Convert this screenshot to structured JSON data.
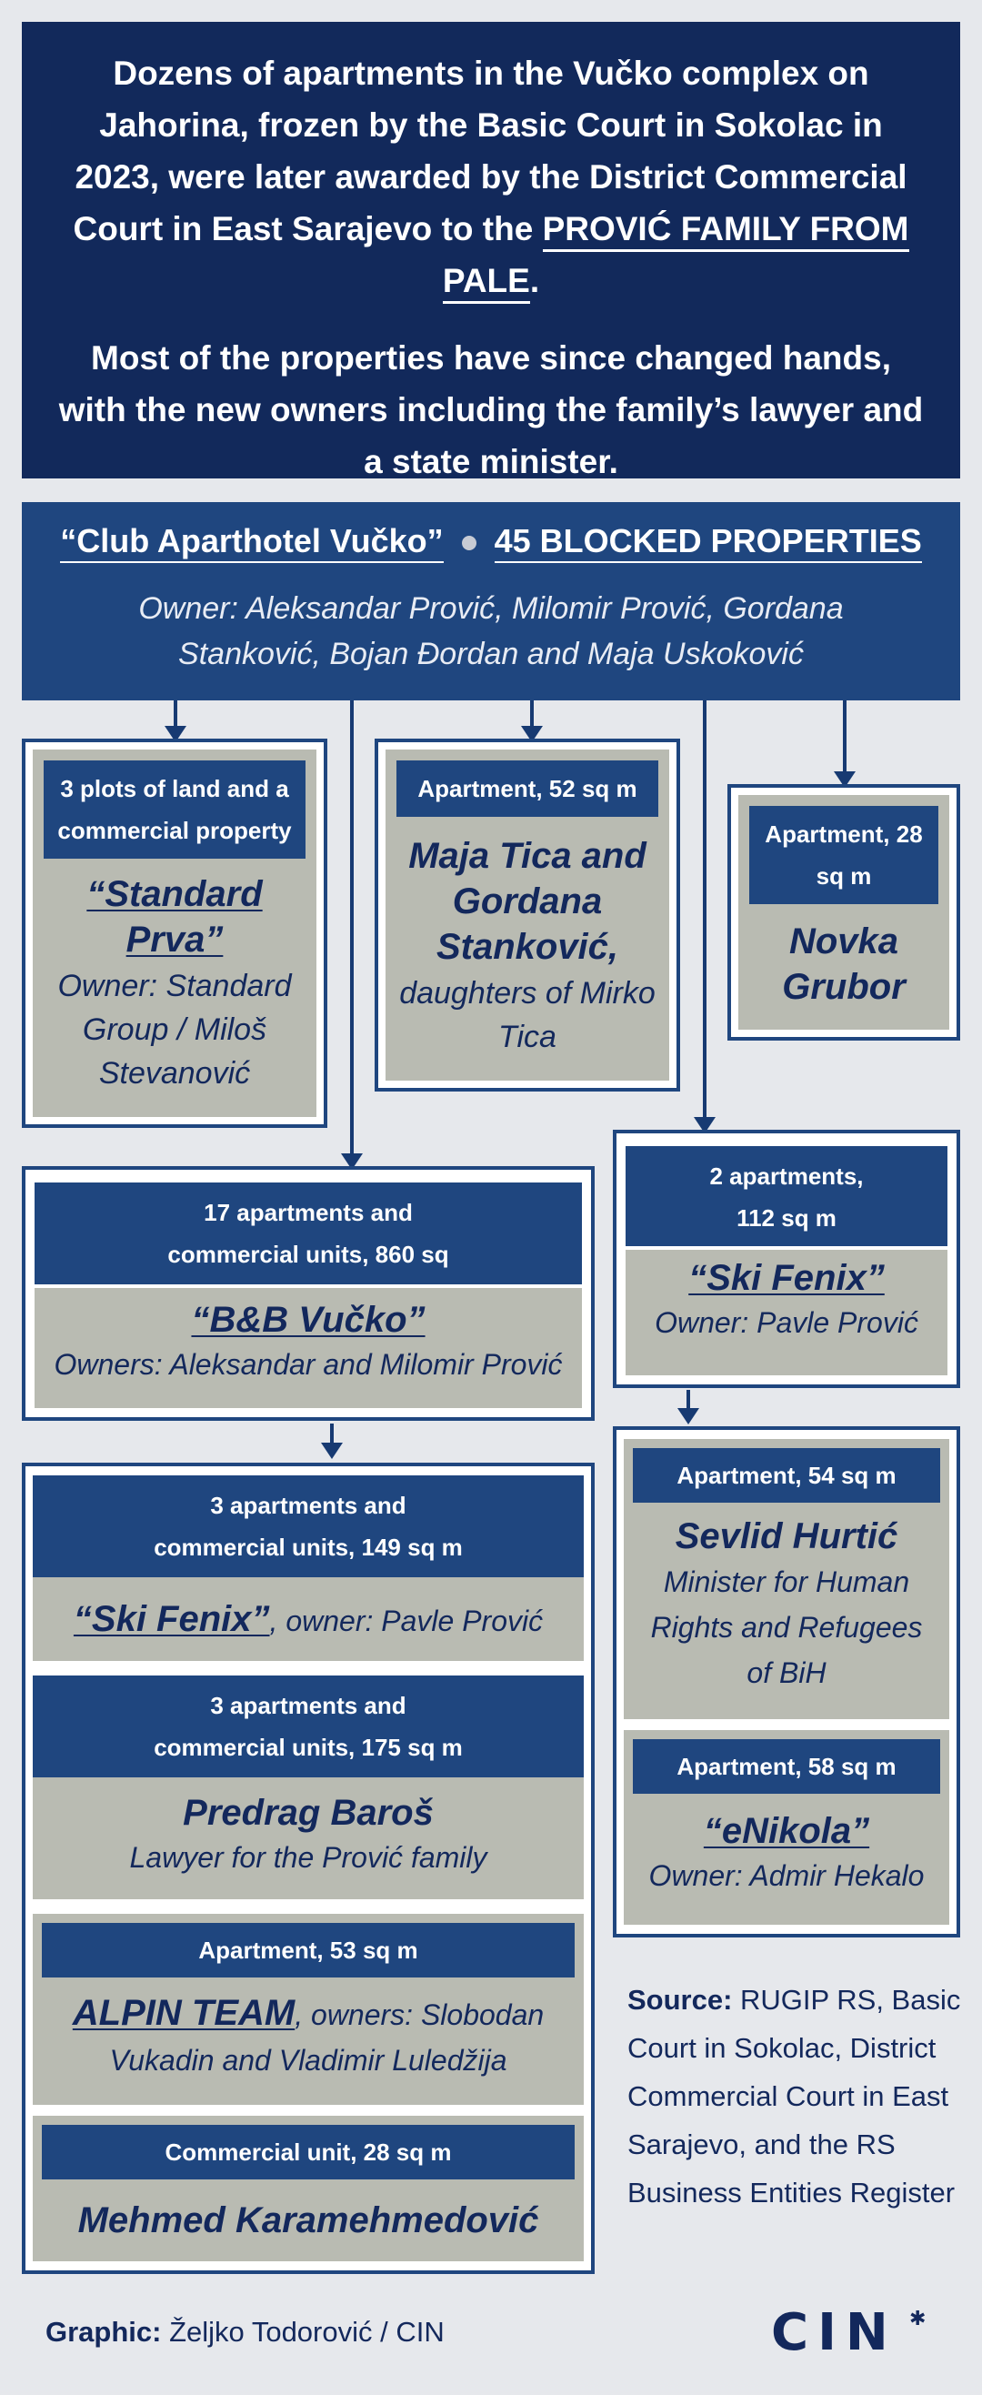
{
  "intro": {
    "p1_prefix": "Dozens of apartments in the Vučko complex on Jahorina, frozen by the Basic Court in Sokolac in 2023, were later awarded by the District Commercial Court in East Sarajevo to the ",
    "p1_highlight": "PROVIĆ FAMILY FROM PALE",
    "p1_suffix": ".",
    "p2": "Most of the properties have since changed hands, with the new owners including the family’s lawyer and a state minister."
  },
  "header": {
    "name": "“Club Aparthotel Vučko”",
    "blocked": "45 BLOCKED PROPERTIES",
    "owner": "Owner: Aleksandar Prović, Milomir Prović, Gordana Stanković, Bojan Đordan and Maja Uskoković"
  },
  "cards": {
    "standard": {
      "band": "3 plots of land and a commercial property",
      "name": "“Standard Prva”",
      "desc": "Owner: Standard Group / Miloš Stevanović"
    },
    "tica": {
      "band": "Apartment, 52 sq m",
      "name": "Maja Tica and Gordana Stanković,",
      "desc": "daughters of Mirko Tica"
    },
    "grubor": {
      "band": "Apartment, 28 sq m",
      "name": "Novka Grubor"
    },
    "bb": {
      "band": "17 apartments and commercial units, 860 sq m",
      "name": "“B&B Vučko”",
      "desc": "Owners: Aleksandar and Milomir Prović"
    },
    "skifenix_right": {
      "band": "2 apartments, 112 sq m",
      "name": "“Ski Fenix”",
      "desc": "Owner: Pavle Prović"
    },
    "skifenix_left": {
      "band": "3 apartments and commercial units, 149 sq m",
      "name": "“Ski Fenix”",
      "desc": ", owner: Pavle Prović"
    },
    "baros": {
      "band": "3 apartments and commercial units, 175 sq m",
      "name": "Predrag Baroš",
      "desc": "Lawyer for the Prović family"
    },
    "alpin": {
      "band": "Apartment, 53 sq m",
      "name": "ALPIN TEAM",
      "desc": ", owners: Slobodan Vukadin and Vladimir Luledžija"
    },
    "karamehmedovic": {
      "band": "Commercial unit, 28 sq m",
      "name": "Mehmed Karamehmedović"
    },
    "hurtic": {
      "band": "Apartment, 54 sq m",
      "name": "Sevlid Hurtić",
      "desc": "Minister for Human Rights and Refugees of BiH"
    },
    "enikola": {
      "band": "Apartment, 58 sq m",
      "name": "“eNikola”",
      "desc": "Owner: Admir Hekalo"
    }
  },
  "source": {
    "label": "Source:",
    "text": " RUGIP RS, Basic Court in Sokolac, District Commercial Court in East Sarajevo, and the RS Business Entities Register"
  },
  "footer": {
    "label": "Graphic:",
    "text": " Željko Todorović / CIN",
    "logo": "CIN"
  }
}
